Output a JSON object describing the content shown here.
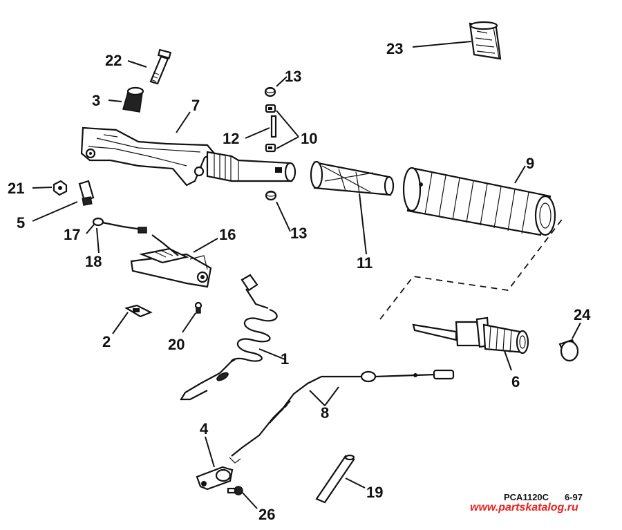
{
  "diagram": {
    "callouts": {
      "c1": "1",
      "c2": "2",
      "c3": "3",
      "c4": "4",
      "c5": "5",
      "c6": "6",
      "c7": "7",
      "c8": "8",
      "c9": "9",
      "c10": "10",
      "c11": "11",
      "c12": "12",
      "c13a": "13",
      "c13b": "13",
      "c16": "16",
      "c17": "17",
      "c18": "18",
      "c19": "19",
      "c20": "20",
      "c21": "21",
      "c22": "22",
      "c23": "23",
      "c24": "24",
      "c26": "26"
    },
    "footer": {
      "code": "PCA1120C",
      "date": "6-97"
    },
    "watermark": "www.partskatalog.ru",
    "colors": {
      "line": "#111111",
      "background": "#ffffff",
      "watermark": "#e8251f"
    }
  }
}
